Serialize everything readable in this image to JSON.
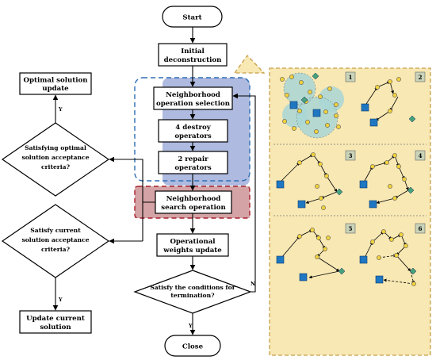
{
  "nodes": {
    "start": "Start",
    "initial_1": "Initial",
    "initial_2": "deconstruction",
    "selection_1": "Neighborhood",
    "selection_2": "operation selection",
    "destroy_1": "4 destroy",
    "destroy_2": "operators",
    "repair_1": "2 repair",
    "repair_2": "operators",
    "search_1": "Neighborhood",
    "search_2": "search operation",
    "weights_1": "Operational",
    "weights_2": "weights update",
    "termination_1": "Satisfy the conditions for",
    "termination_2": "termination?",
    "close": "Close",
    "optimal_1": "Optimal solution",
    "optimal_2": "update",
    "optimal_accept_1": "Satisfying optimal",
    "optimal_accept_2": "solution acceptance",
    "optimal_accept_3": "criteria?",
    "current_accept_1": "Satisfy current",
    "current_accept_2": "solution acceptance",
    "current_accept_3": "criteria?",
    "update_current_1": "Update current",
    "update_current_2": "solution"
  },
  "labels": {
    "yes_optimal": "Y",
    "yes_current": "Y",
    "yes_termination": "Y",
    "no_termination": "N"
  },
  "panels": {
    "p1": "1",
    "p2": "2",
    "p3": "3",
    "p4": "4",
    "p5": "5",
    "p6": "6"
  },
  "colors": {
    "operator_region": "#aebadf",
    "operator_border": "#2f6eb5",
    "search_region": "#d4a3a6",
    "search_border": "#a8202b",
    "panel_fill": "#f8e8b4",
    "panel_border": "#c8a04a",
    "customer_node": "#f2d23c",
    "depot_node": "#1f77c2",
    "station_node": "#45a27b",
    "cluster": "#a9d6d6"
  }
}
